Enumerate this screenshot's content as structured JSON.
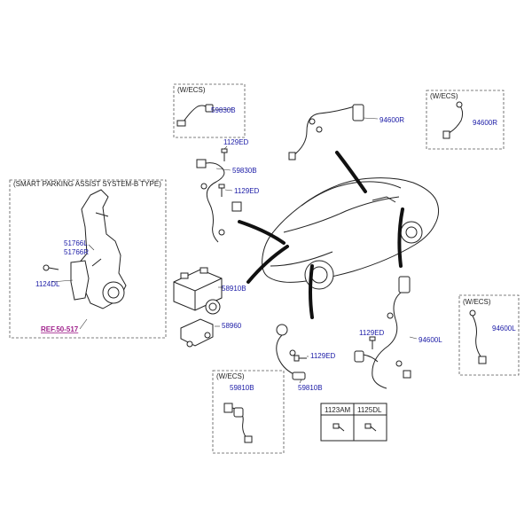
{
  "boxes": {
    "top_left_ecs": "(W/ECS)",
    "top_right_ecs": "(W/ECS)",
    "right_ecs": "(W/ECS)",
    "bottom_ecs": "(W/ECS)",
    "smart_parking": "(SMART PARKING ASSIST SYSTEM-B TYPE)"
  },
  "labels": {
    "p59830B_a": "59830B",
    "p94600R_a": "94600R",
    "p94600R_b": "94600R",
    "p1129ED_a": "1129ED",
    "p59830B_b": "59830B",
    "p1129ED_b": "1129ED",
    "p51766L": "51766L",
    "p51766R": "51766R",
    "p1124DL": "1124DL",
    "ref": "REF.50-517",
    "p58910B": "58910B",
    "p58960": "58960",
    "p1129ED_c": "1129ED",
    "p1129ED_d": "1129ED",
    "p94600L_a": "94600L",
    "p94600L_b": "94600L",
    "p59810B_a": "59810B",
    "p59810B_b": "59810B"
  },
  "table": {
    "col1": "1123AM",
    "col2": "1125DL"
  }
}
